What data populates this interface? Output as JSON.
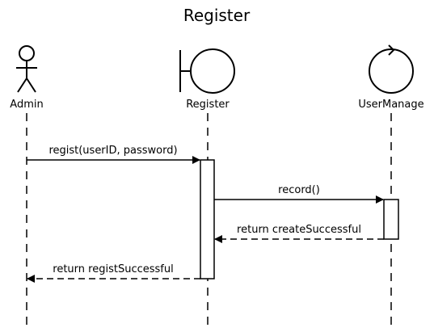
{
  "diagram": {
    "title": "Register",
    "participants": [
      {
        "id": "admin",
        "label": "Admin",
        "kind": "actor-icon"
      },
      {
        "id": "register",
        "label": "Register",
        "kind": "boundary-icon"
      },
      {
        "id": "usermanage",
        "label": "UserManage",
        "kind": "control-icon"
      }
    ],
    "messages": [
      {
        "from": "admin",
        "to": "register",
        "label": "regist(userID, password)",
        "style": "solid"
      },
      {
        "from": "register",
        "to": "usermanage",
        "label": "record()",
        "style": "solid"
      },
      {
        "from": "usermanage",
        "to": "register",
        "label": "return createSuccessful",
        "style": "dashed"
      },
      {
        "from": "register",
        "to": "admin",
        "label": "return registSuccessful",
        "style": "dashed"
      }
    ]
  }
}
